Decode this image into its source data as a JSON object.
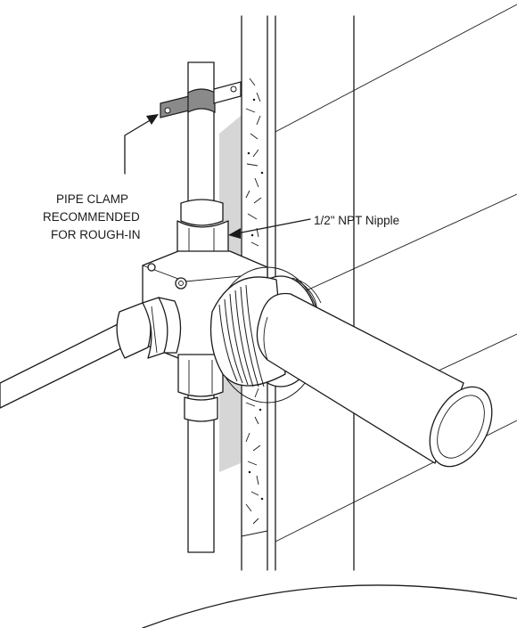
{
  "labels": {
    "clamp_line1": "PIPE CLAMP",
    "clamp_line2": "RECOMMENDED",
    "clamp_line3": "FOR ROUGH-IN",
    "nipple": "1/2\" NPT Nipple"
  },
  "colors": {
    "ink": "#1a1a1a",
    "shade": "#d6d6d6",
    "clamp": "#8a8a8a"
  },
  "icons": {
    "clamp_arrow": "arrow-icon",
    "nipple_arrow": "arrow-icon"
  }
}
